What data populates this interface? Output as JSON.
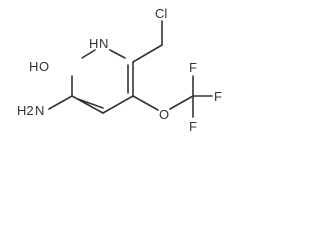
{
  "structure": {
    "atoms": {
      "ring_n": "N",
      "ring_n_h": "H",
      "carbonyl_o": "O",
      "oxo_h": "H",
      "amino_n": "N",
      "amino_h2": "H2",
      "chloro": "Cl",
      "ether_o": "O",
      "fluorine_top": "F",
      "fluorine_right": "F",
      "fluorine_bottom": "F"
    }
  }
}
